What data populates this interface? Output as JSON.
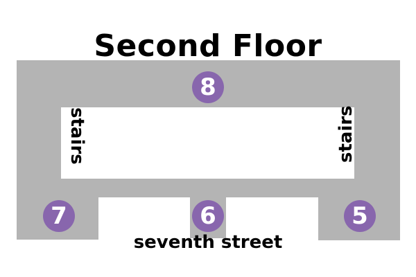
{
  "title": "Second Floor",
  "street_label": "seventh street",
  "stairs": {
    "left_label": "stairs",
    "right_label": "stairs"
  },
  "markers": [
    {
      "id": "8",
      "label": "8",
      "position": "top-center"
    },
    {
      "id": "7",
      "label": "7",
      "position": "bottom-left"
    },
    {
      "id": "6",
      "label": "6",
      "position": "bottom-center"
    },
    {
      "id": "5",
      "label": "5",
      "position": "bottom-right"
    }
  ],
  "colors": {
    "corridor": "#b4b4b4",
    "marker": "#8866ad",
    "marker_text": "#ffffff",
    "text": "#000000",
    "background": "#ffffff"
  }
}
